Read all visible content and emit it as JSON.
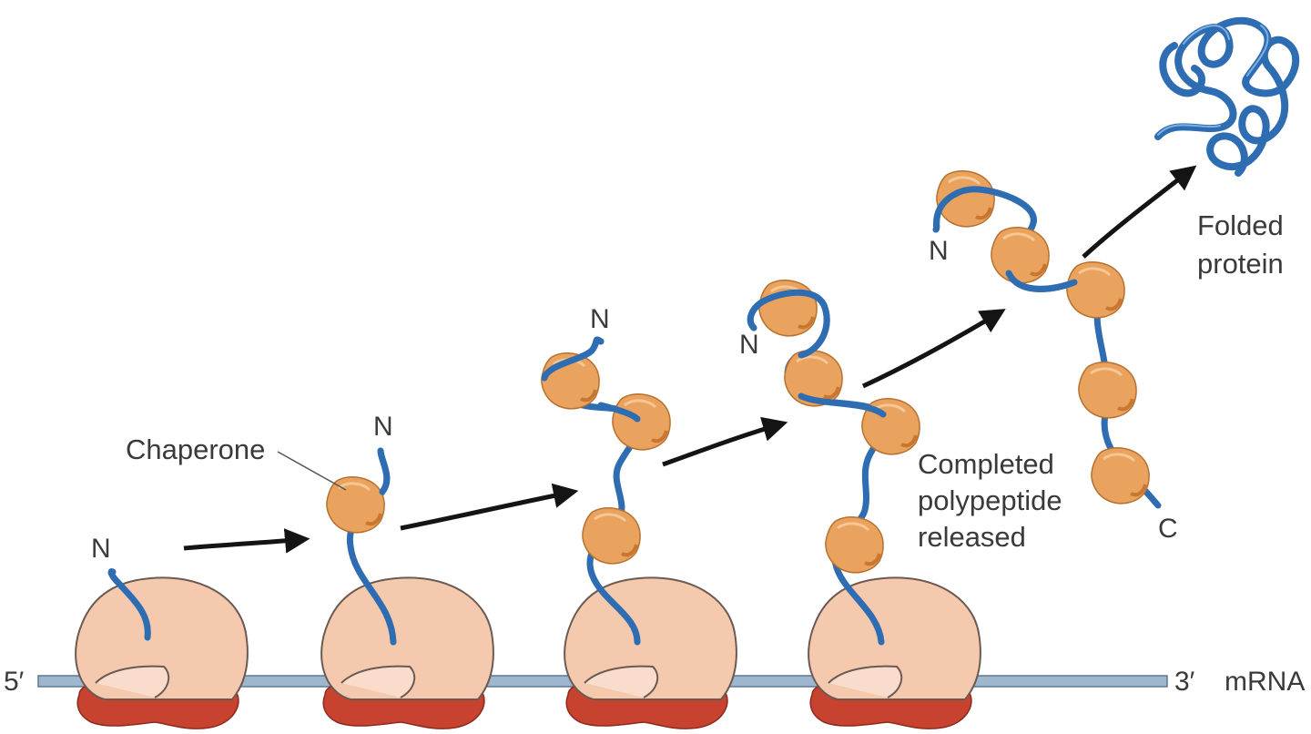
{
  "labels": {
    "five_prime": "5′",
    "three_prime": "3′",
    "mrna": "mRNA",
    "chaperone": "Chaperone",
    "n_terminus": "N",
    "c_terminus": "C",
    "completed": [
      "Completed",
      "polypeptide",
      "released"
    ],
    "folded": [
      "Folded",
      "protein"
    ]
  },
  "colors": {
    "polypeptide": "#2f6db3",
    "polypeptide_highlight": "#7fb0e0",
    "chaperone": "#e9a35f",
    "chaperone_shadow": "#c9762f",
    "ribosome_large": "#f5c9ae",
    "ribosome_small": "#c8432f",
    "mrna": "#9fb6cf",
    "arrow": "#141414"
  }
}
